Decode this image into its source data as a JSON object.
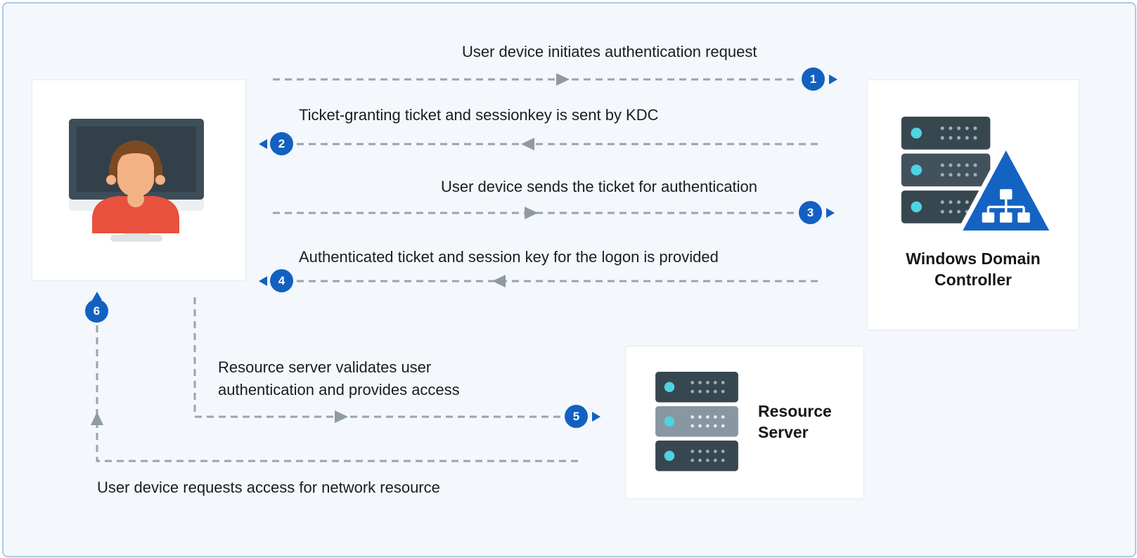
{
  "diagram": {
    "type": "flow-diagram",
    "nodes": {
      "user_device": {
        "icon": "user-at-computer-icon"
      },
      "domain_controller": {
        "label": "Windows Domain Controller",
        "icon": "server-stack-with-domain-triangle-icon"
      },
      "resource_server": {
        "label": "Resource Server",
        "icon": "server-stack-icon"
      }
    },
    "steps": [
      {
        "num": "1",
        "label": "User device initiates authentication request",
        "direction": "right"
      },
      {
        "num": "2",
        "label": "Ticket-granting ticket and sessionkey is sent by KDC",
        "direction": "left"
      },
      {
        "num": "3",
        "label": "User device sends the ticket for authentication",
        "direction": "right"
      },
      {
        "num": "4",
        "label": "Authenticated ticket and session key for the logon is provided",
        "direction": "left"
      },
      {
        "num": "5",
        "label": "Resource server validates user authentication and provides access",
        "direction": "right"
      },
      {
        "num": "6",
        "label": "User device requests access for network resource",
        "direction": "up"
      }
    ],
    "colors": {
      "background": "#f4f7fb",
      "frame_border": "#abc9ea",
      "card_background": "#ffffff",
      "card_border": "#e5eaee",
      "accent_blue": "#1261c1",
      "badge_text": "#ffffff",
      "dashed_line": "#9aa4ab",
      "arrowhead_grey": "#8f9aa1",
      "text": "#1a1d20",
      "server_dark": "#37474f",
      "server_light": "#8897a2",
      "led_teal": "#4ed3e3",
      "shirt_red": "#e8513d",
      "skin": "#f3b285",
      "hair_brown": "#7c4a21"
    }
  }
}
